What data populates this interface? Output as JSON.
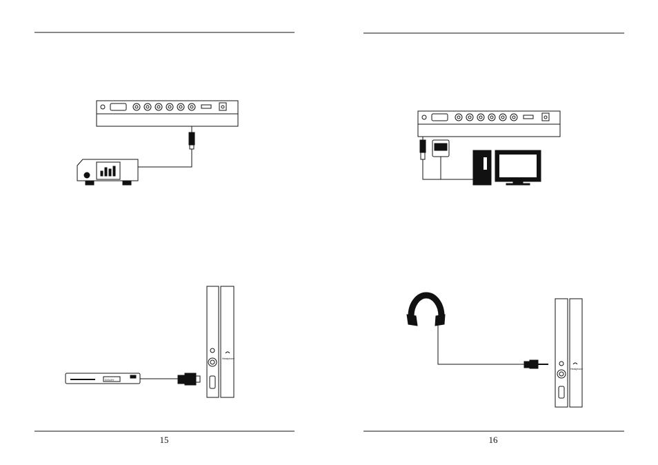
{
  "pages": [
    {
      "number": "15"
    },
    {
      "number": "16"
    }
  ],
  "labels": {
    "headphone_port": "Headphone",
    "disc_slot": "DOLBY"
  }
}
